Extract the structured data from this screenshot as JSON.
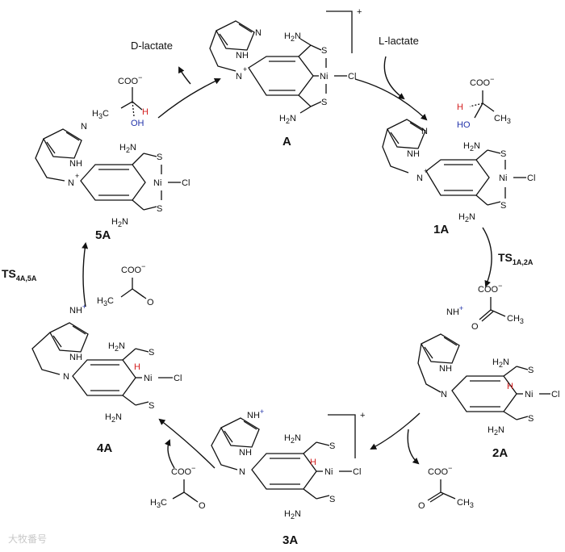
{
  "colors": {
    "h_red": "#d42020",
    "oh_blue": "#2233aa",
    "ink": "#111111"
  },
  "atoms": {
    "amine": "H",
    "amine_sub": "2",
    "amine_n": "N",
    "s": "S",
    "ni": "Ni",
    "cl": "Cl",
    "n": "N",
    "nh": "NH",
    "h": "H",
    "ho": "HO",
    "oh": "OH",
    "coo": "COO",
    "o": "O",
    "h3c": "H",
    "h3c_sub": "3",
    "h3c_c": "C",
    "ch3": "CH",
    "ch3_sub": "3",
    "plus": "+",
    "minus": "−"
  },
  "labels": {
    "A": "A",
    "1A": "1A",
    "2A": "2A",
    "3A": "3A",
    "4A": "4A",
    "5A": "5A",
    "d_lactate": "D-lactate",
    "l_lactate": "L-lactate",
    "ts12_main": "TS",
    "ts12_sub": "1A,2A",
    "ts45_main": "TS",
    "ts45_sub": "4A,5A",
    "watermark": "大牧番号"
  }
}
